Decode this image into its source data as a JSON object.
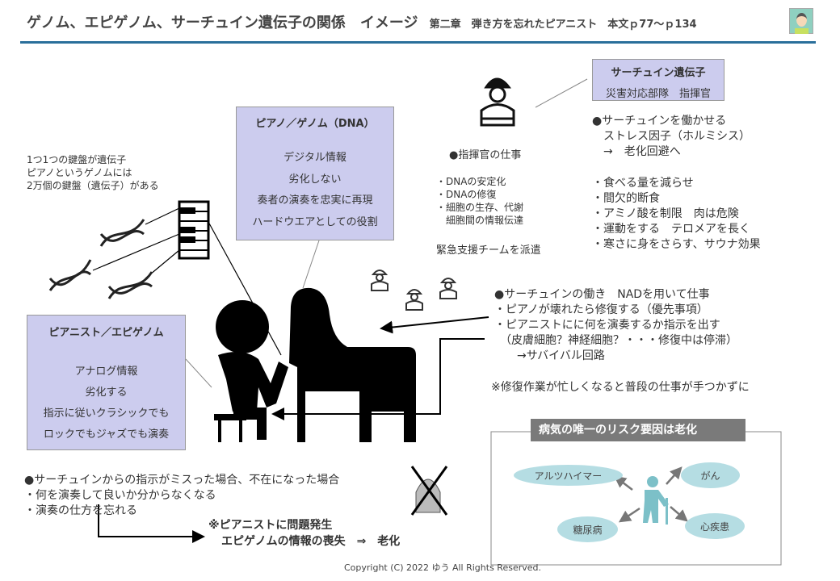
{
  "header": {
    "title": "ゲノム、エピゲノム、サーチュイン遺伝子の関係　イメージ",
    "subtitle": "第二章　弾き方を忘れたピアニスト　本文ｐ77～ｐ134"
  },
  "sirtuin_box": {
    "title": "サーチュイン遺伝子",
    "subtitle": "災害対応部隊　指揮官"
  },
  "genome_box": {
    "title": "ピアノ／ゲノム（DNA）",
    "lines": [
      "デジタル情報",
      "劣化しない",
      "奏者の演奏を忠実に再現",
      "ハードウエアとしての役割"
    ]
  },
  "keyboard_note": [
    "1つ1つの鍵盤が遺伝子",
    "ピアノというゲノムには",
    "2万個の鍵盤（遺伝子）がある"
  ],
  "epigenome_box": {
    "title": "ピアニスト／エピゲノム",
    "lines": [
      "アナログ情報",
      "劣化する",
      "指示に従いクラシックでも",
      "ロックでもジャズでも演奏"
    ]
  },
  "commander": {
    "title": "●指揮官の仕事",
    "items": [
      "・DNAの安定化",
      "・DNAの修復",
      "・細胞の生存、代謝",
      "　細胞間の情報伝達"
    ],
    "dispatch": "緊急支援チームを派遣"
  },
  "stress": {
    "lines": [
      "●サーチュインを働かせる",
      "　ストレス因子（ホルミシス）",
      "　→　老化回避へ"
    ],
    "items": [
      "・食べる量を減らせ",
      "・間欠的断食",
      "・アミノ酸を制限　肉は危険",
      "・運動をする　テロメアを長く",
      "・寒さに身をさらす、サウナ効果"
    ]
  },
  "work": {
    "lines": [
      "●サーチュインの働き　NADを用いて仕事",
      "・ピアノが壊れたら修復する（優先事項）",
      "・ピアニストにに何を演奏するか指示を出す",
      "　（皮膚細胞？神経細胞？・・・修復中は停滞）",
      "　　→サバイバル回路"
    ],
    "note": "※修復作業が忙しくなると普段の仕事が手つかずに"
  },
  "risk": {
    "title": "病気の唯一のリスク要因は老化",
    "diseases": [
      "アルツハイマー",
      "がん",
      "糖尿病",
      "心疾患"
    ]
  },
  "failure": {
    "lines": [
      "●サーチュインからの指示がミスった場合、不在になった場合",
      "・何を演奏して良いか分からなくなる",
      "・演奏の仕方を忘れる"
    ],
    "result1": "※ピアニストに問題発生",
    "result2": "エピゲノムの情報の喪失　⇒　老化"
  },
  "footer": {
    "copyright": "Copyright (C) 2022 ゆう All Rights Reserved."
  }
}
